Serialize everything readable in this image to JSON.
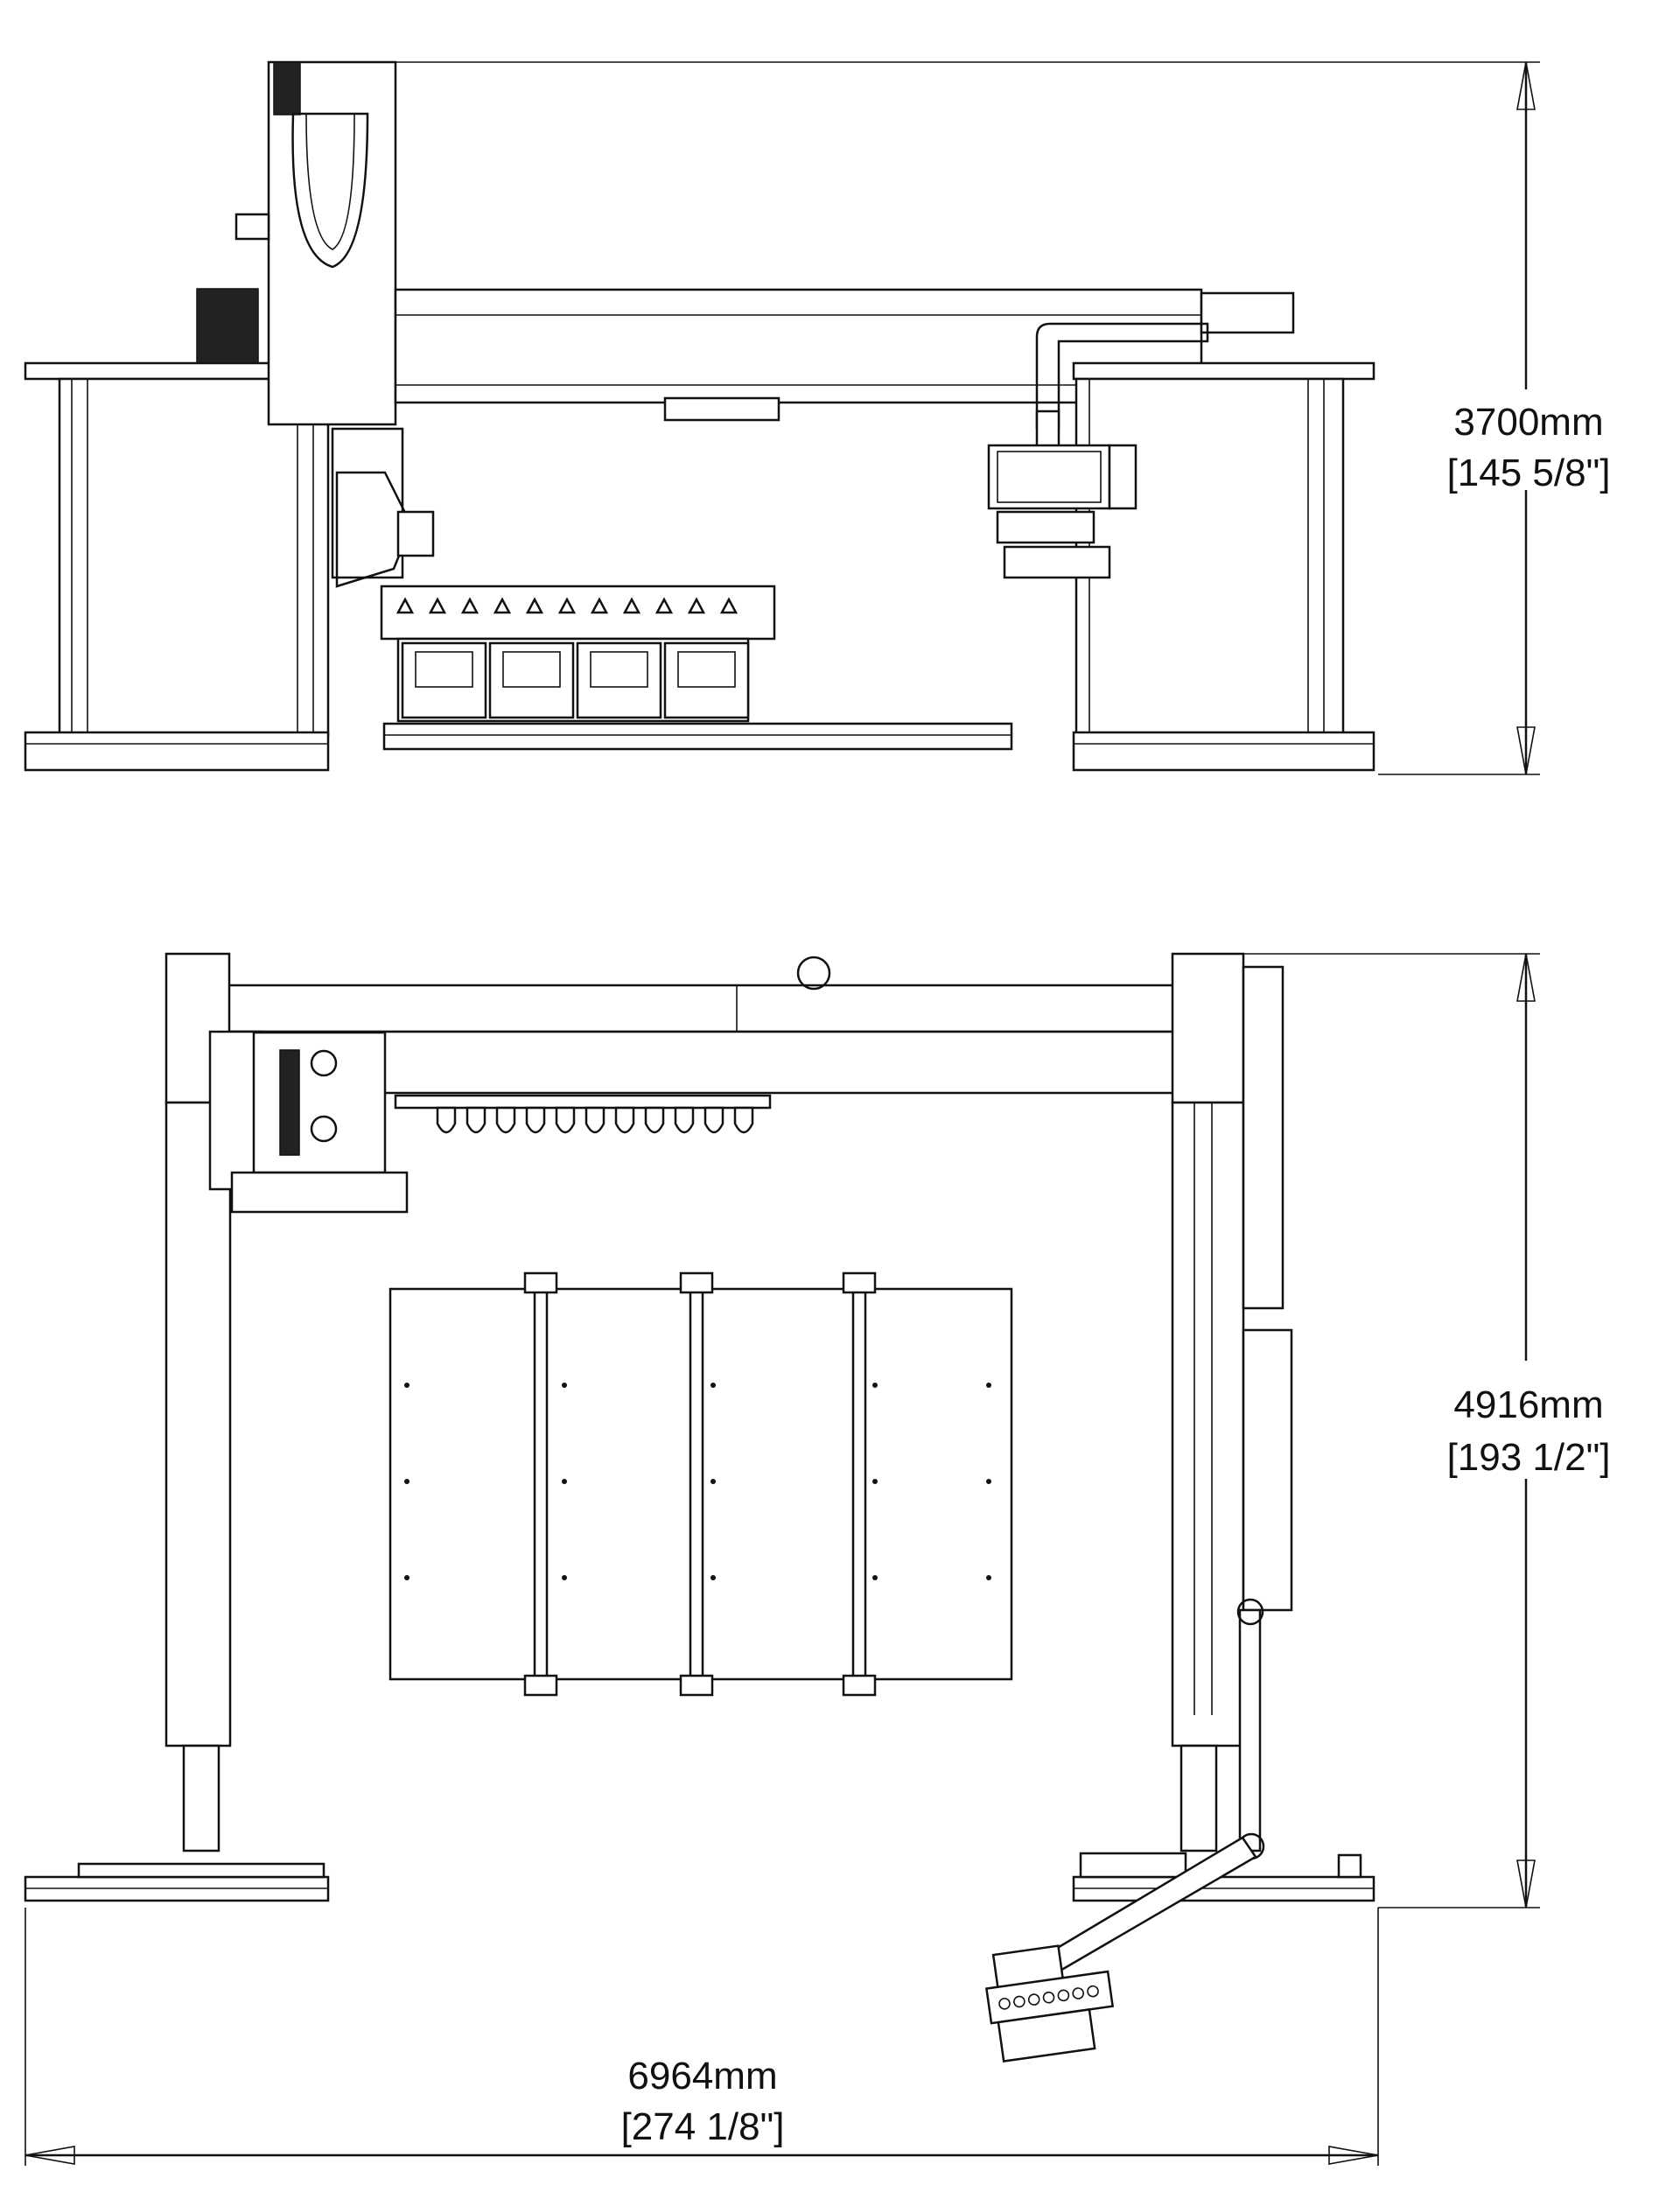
{
  "dimensions": {
    "height": {
      "metric": "3700mm",
      "imperial": "[145 5/8\"]"
    },
    "depth": {
      "metric": "4916mm",
      "imperial": "[193 1/2\"]"
    },
    "width": {
      "metric": "6964mm",
      "imperial": "[274 1/8\"]"
    }
  },
  "colors": {
    "line": "#111111",
    "background": "#ffffff"
  }
}
